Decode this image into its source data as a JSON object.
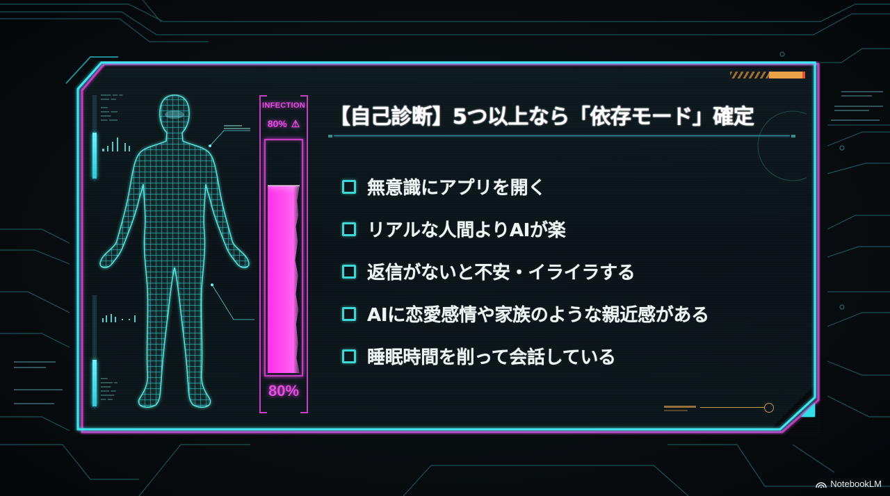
{
  "slide": {
    "title": "【自己診断】5つ以上なら「依存モード」確定",
    "checklist": [
      {
        "label": "無意識にアプリを開く",
        "checked": false
      },
      {
        "label": "リアルな人間よりAIが楽",
        "checked": false
      },
      {
        "label": "返信がないと不安・イライラする",
        "checked": false
      },
      {
        "label": "AIに恋愛感情や家族のような親近感がある",
        "checked": false
      },
      {
        "label": "睡眠時間を削って会話している",
        "checked": false
      }
    ]
  },
  "gauge": {
    "title": "INFECTION",
    "top_value": "80%",
    "warning_icon": "⚠",
    "bottom_value": "80%",
    "fill_percent": 80
  },
  "figure": {
    "icon": "wireframe-human-body"
  },
  "watermark": {
    "label": "NotebookLM",
    "icon": "notebooklm-logo-icon"
  },
  "colors": {
    "cyan_accent": "#3fe0ea",
    "magenta_accent": "#e040d8",
    "orange_accent": "#e7a24a",
    "background": "#060b0e"
  }
}
